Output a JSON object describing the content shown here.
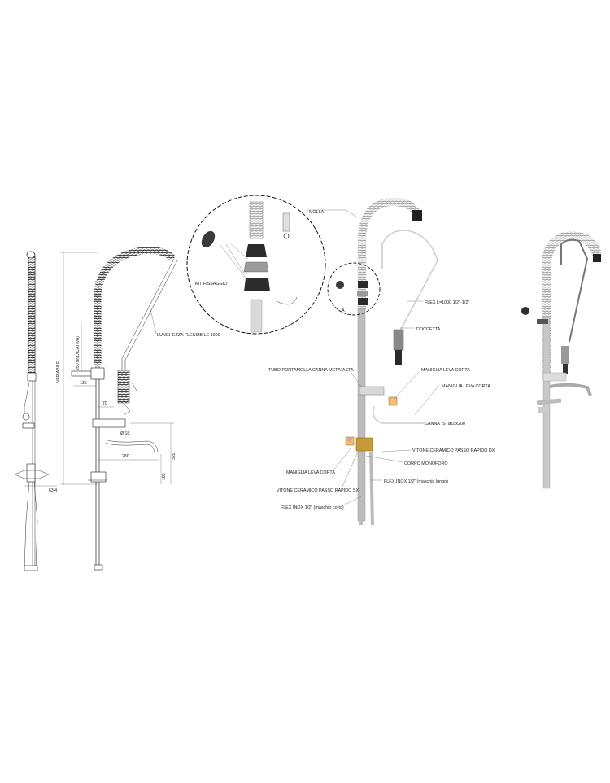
{
  "labels": {
    "molla": "MOLLA",
    "kit_fissaggio": "KIT FISSAGGIO",
    "lunghezza_flessibile": "LUNGHEZZA FLESSIBILE 1000",
    "variabile": "VARIABILE",
    "flex_l1000": "FLEX L=1000 1/2\"-1/2\"",
    "doccetta": "DOCCETTA",
    "tubo_portamolla": "TUBO PORTAMOLLA CANNA META' ASTA",
    "maniglia_leva_corta_1": "MANIGLIA LEVA CORTA",
    "maniglia_leva_corta_2": "MANIGLIA LEVA CORTA",
    "maniglia_leva_corta_3": "MANIGLIA LEVA CORTA",
    "canna_s": "CANNA \"S\" ø18x200",
    "vitone_dx": "VITONE CERAMICO PASSO RAPIDO DX",
    "corpo_monoforo": "CORPO MONOFORO",
    "vitone_sx": "VITONE CERAMICO PASSO RAPIDO SX",
    "flex_lungo": "FLEX INOX 1/2\" (maschio lungo)",
    "flex_corto": "FLEX INOX 1/2\" (maschio corto)",
    "detail_a": "A"
  },
  "dimensions": {
    "d_250": "250 (INDICATIVA)",
    "d_135": "135",
    "d_70": "70",
    "d_18": "Ø 18",
    "d_280": "280",
    "d_180": "180",
    "d_320": "320",
    "d_60": "63/4"
  }
}
